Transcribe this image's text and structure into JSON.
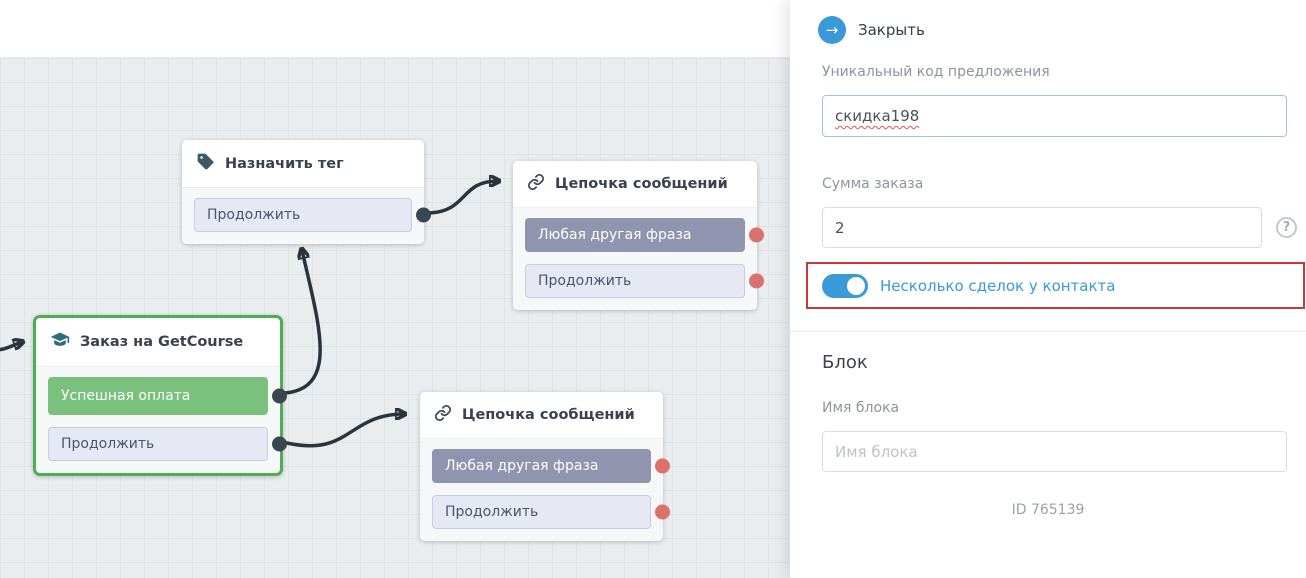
{
  "canvas": {
    "nodes": [
      {
        "title": "Назначить тег",
        "icon": "tag-icon",
        "buttons": [
          {
            "label": "Продолжить",
            "port": "dark"
          }
        ]
      },
      {
        "title": "Цепочка сообщений",
        "icon": "link-icon",
        "buttons": [
          {
            "label": "Любая другая фраза",
            "port": "red"
          },
          {
            "label": "Продолжить",
            "port": "red"
          }
        ]
      },
      {
        "title": "Заказ на GetCourse",
        "icon": "graduation-cap-icon",
        "selected": true,
        "buttons": [
          {
            "label": "Успешная оплата",
            "port": "dark"
          },
          {
            "label": "Продолжить",
            "port": "dark"
          }
        ]
      },
      {
        "title": "Цепочка сообщений",
        "icon": "link-icon",
        "buttons": [
          {
            "label": "Любая другая фраза",
            "port": "red"
          },
          {
            "label": "Продолжить",
            "port": "red"
          }
        ]
      }
    ]
  },
  "panel": {
    "close": {
      "label": "Закрыть",
      "arrow_glyph": "→"
    },
    "offer_code": {
      "label": "Уникальный код предложения",
      "value": "скидка198"
    },
    "order_sum": {
      "label": "Сумма заказа",
      "value": "2",
      "help_glyph": "?"
    },
    "multi_deals": {
      "label": "Несколько сделок у контакта",
      "state": "on"
    },
    "block": {
      "heading": "Блок",
      "name_label": "Имя блока",
      "name_placeholder": "Имя блока",
      "id_text": "ID 765139"
    }
  },
  "colors": {
    "accent": "#3a99d8",
    "selection_green": "#4caf50",
    "success_green": "#7ac17e",
    "slate": "#9094ae",
    "port_red": "#d9716d",
    "port_dark": "#3b4750",
    "arrow": "#2b333c",
    "highlight_red": "#c23b3b"
  }
}
